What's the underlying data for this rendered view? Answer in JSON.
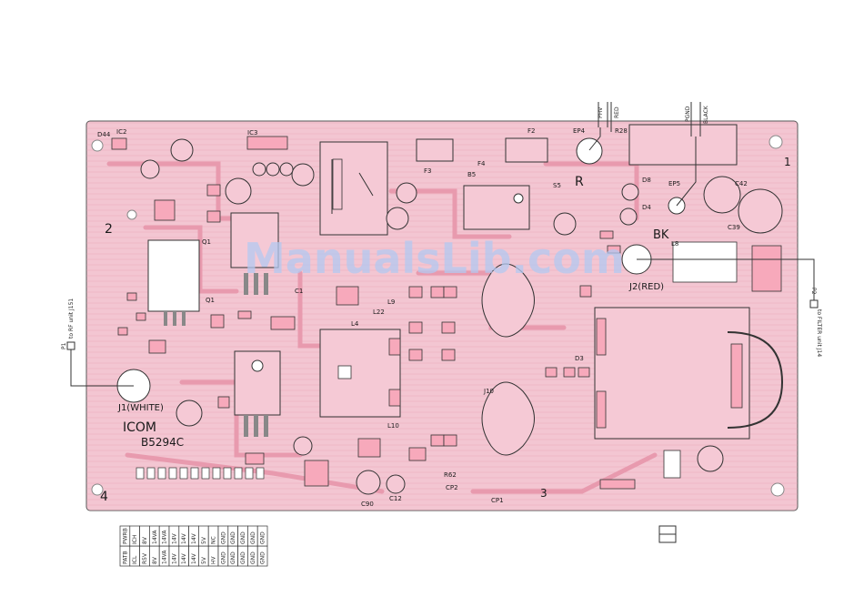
{
  "board": {
    "brand": "ICOM",
    "part_number": "B5294C",
    "watermark": "ManualsLib.com",
    "corner_marks": [
      "1",
      "2",
      "3",
      "4"
    ]
  },
  "labels": {
    "ic2": "IC2",
    "ic3": "IC3",
    "d44": "D44",
    "q1": "Q1",
    "q1b": "Q1",
    "c1": "C1",
    "l4": "L4",
    "l9": "L9",
    "l10": "L10",
    "l22": "L22",
    "j1": "J1(WHITE)",
    "j2": "J2(RED)",
    "j10": "J10",
    "f2": "F2",
    "f3": "F3",
    "f4": "F4",
    "ep4": "EP4",
    "ep5": "EP5",
    "r28": "R28",
    "s5": "S5",
    "d3": "D3",
    "d4": "D4",
    "d8": "D8",
    "c39": "C39",
    "c42": "C42",
    "r62": "R62",
    "cp1": "CP1",
    "cp2": "CP2",
    "c12": "C12",
    "c90": "C90",
    "l8": "L8",
    "b5": "B5",
    "rr": "R",
    "bk": "BK"
  },
  "wires": {
    "phv": "PHV",
    "red": "RED",
    "pgnd": "PGND",
    "black": "BLACK"
  },
  "connectors": {
    "p1_name": "P1",
    "p1_dest": "to RF unit J151",
    "p2_name": "P2",
    "p2_dest": "to FILTER unit J14"
  },
  "pin_table": {
    "row1": [
      "PATB",
      "ICL",
      "R5V",
      "8V",
      "14VA",
      "14V",
      "14V",
      "14V",
      "5V",
      "HV",
      "GND",
      "GND",
      "GND",
      "GND",
      "GND"
    ],
    "row2": [
      "PWRB",
      "ICH",
      "8V",
      "14VA",
      "14VA",
      "14V",
      "14V",
      "14V",
      "5V",
      "NC",
      "GND",
      "GND",
      "GND",
      "GND",
      "GND"
    ]
  },
  "colors": {
    "board_fill": "#f3c6d2",
    "pad_fill": "#f7a9bb",
    "trace": "#e9a0b3",
    "outline": "#333333"
  }
}
